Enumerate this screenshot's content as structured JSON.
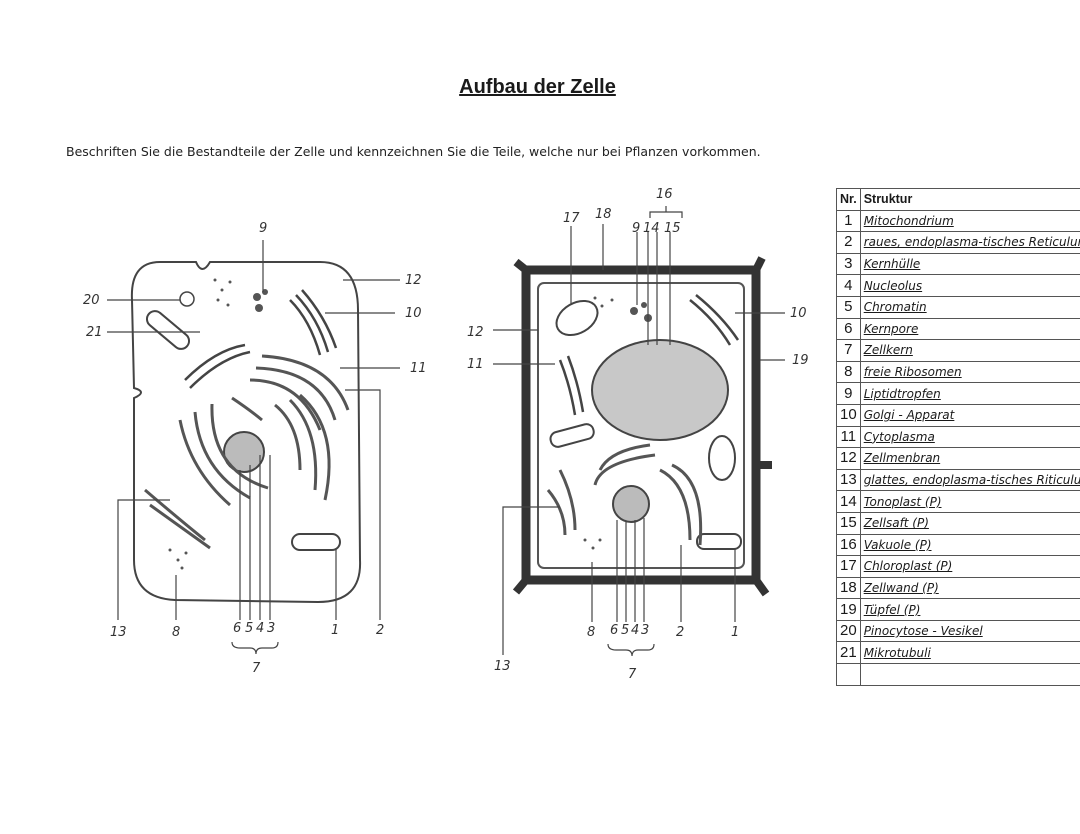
{
  "page": {
    "title": "Aufbau der Zelle",
    "instruction": "Beschriften Sie die Bestandteile der Zelle und kennzeichnen Sie die Teile, welche nur bei Pflanzen vorkommen."
  },
  "animal_cell": {
    "labels": [
      "9",
      "12",
      "10",
      "11",
      "20",
      "21",
      "13",
      "8",
      "6",
      "5",
      "4",
      "3",
      "1",
      "2",
      "7"
    ]
  },
  "plant_cell": {
    "labels": [
      "16",
      "17",
      "18",
      "9",
      "14",
      "15",
      "10",
      "19",
      "12",
      "11",
      "13",
      "8",
      "6",
      "5",
      "4",
      "3",
      "2",
      "1",
      "7"
    ]
  },
  "legend": {
    "headers": {
      "nr": "Nr.",
      "structure": "Struktur"
    },
    "rows": [
      {
        "nr": "1",
        "text": "Mitochondrium"
      },
      {
        "nr": "2",
        "text": "raues, endoplasma-tisches Reticulum"
      },
      {
        "nr": "3",
        "text": "Kernhülle"
      },
      {
        "nr": "4",
        "text": "Nucleolus"
      },
      {
        "nr": "5",
        "text": "Chromatin"
      },
      {
        "nr": "6",
        "text": "Kernpore"
      },
      {
        "nr": "7",
        "text": "Zellkern"
      },
      {
        "nr": "8",
        "text": "freie Ribosomen"
      },
      {
        "nr": "9",
        "text": "Liptidtropfen"
      },
      {
        "nr": "10",
        "text": "Golgi - Apparat"
      },
      {
        "nr": "11",
        "text": "Cytoplasma"
      },
      {
        "nr": "12",
        "text": "Zellmenbran"
      },
      {
        "nr": "13",
        "text": "glattes, endoplasma-tisches Riticulum"
      },
      {
        "nr": "14",
        "text": "Tonoplast (P)"
      },
      {
        "nr": "15",
        "text": "Zellsaft (P)"
      },
      {
        "nr": "16",
        "text": "Vakuole (P)"
      },
      {
        "nr": "17",
        "text": "Chloroplast (P)"
      },
      {
        "nr": "18",
        "text": "Zellwand (P)"
      },
      {
        "nr": "19",
        "text": "Tüpfel (P)"
      },
      {
        "nr": "20",
        "text": "Pinocytose - Vesikel"
      },
      {
        "nr": "21",
        "text": "Mikrotubuli"
      },
      {
        "nr": "",
        "text": ""
      }
    ]
  }
}
